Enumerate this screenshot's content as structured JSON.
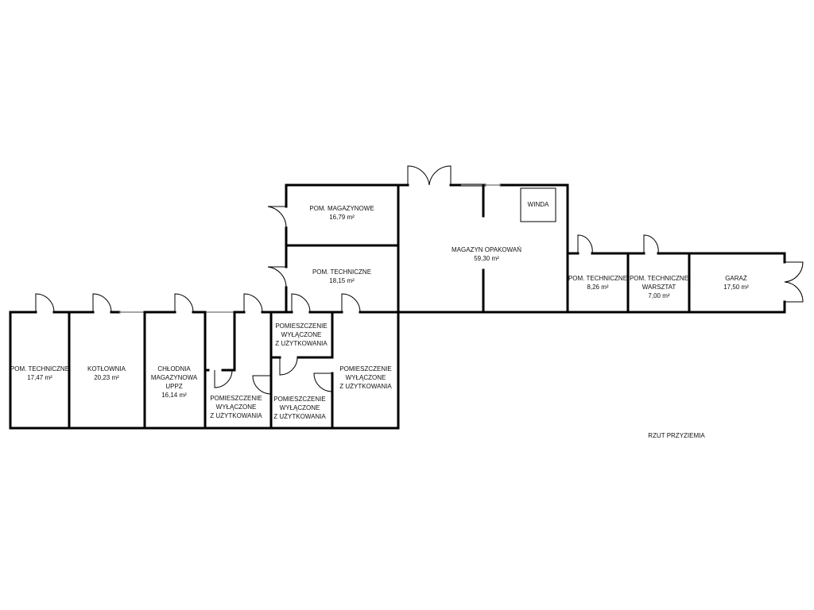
{
  "title": "RZUT PRZYZIEMIA",
  "rooms": [
    {
      "name": "POM. TECHNICZNE",
      "area": "17,47 m²"
    },
    {
      "name": "KOTŁOWNIA",
      "area": "20,23 m²"
    },
    {
      "name": "CHŁODNIA MAGAZYNOWA UPPZ",
      "line1": "CHŁODNIA",
      "line2": "MAGAZYNOWA",
      "line3": "UPPZ",
      "area": "16,14 m²"
    },
    {
      "line1": "POMIESZCZENIE",
      "line2": "WYŁĄCZONE",
      "line3": "Z UŻYTKOWANIA"
    },
    {
      "line1": "POMIESZCZENIE",
      "line2": "WYŁĄCZONE",
      "line3": "Z UŻYTKOWANIA"
    },
    {
      "line1": "POMIESZCZENIE",
      "line2": "WYŁĄCZONE",
      "line3": "Z UŻYTKOWANIA"
    },
    {
      "line1": "POMIESZCZENIE",
      "line2": "WYŁĄCZONE",
      "line3": "Z UŻYTKOWANIA"
    },
    {
      "name": "POM. MAGAZYNOWE",
      "area": "16,79 m²"
    },
    {
      "name": "POM. TECHNICZNE",
      "area": "18,15 m²"
    },
    {
      "name": "MAGAZYN OPAKOWAŃ",
      "area": "59,30 m²"
    },
    {
      "name": "WINDA"
    },
    {
      "name": "POM. TECHNICZNE",
      "area": "8,26 m²"
    },
    {
      "name": "POM. TECHNICZNE",
      "line2": "WARSZTAT",
      "area": "7,00 m²"
    },
    {
      "name": "GARAŻ",
      "area": "17,50 m²"
    }
  ]
}
